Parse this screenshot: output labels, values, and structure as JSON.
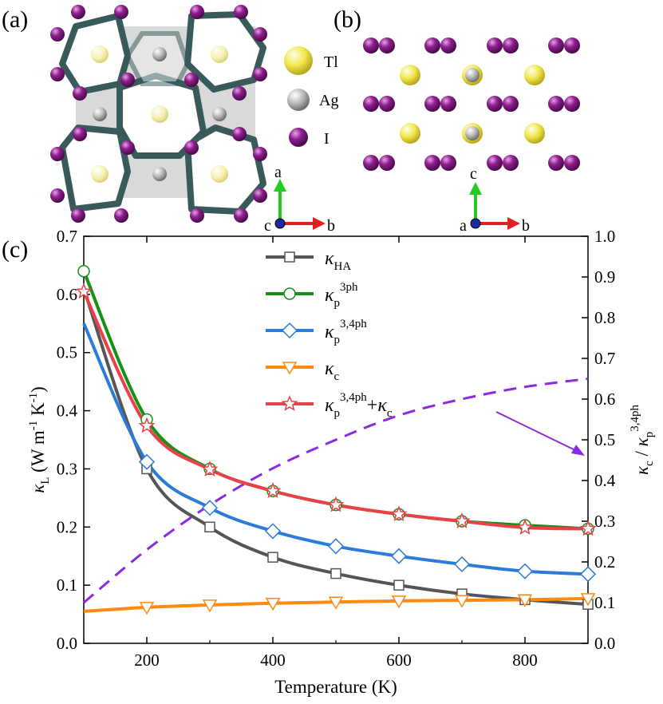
{
  "panels": {
    "a": {
      "label": "(a)",
      "legend": [
        {
          "element": "Tl",
          "color": "#f1e64e"
        },
        {
          "element": "Ag",
          "color": "#b8b8b8"
        },
        {
          "element": "I",
          "color": "#8e1f8e"
        }
      ],
      "axes": {
        "up": "a",
        "left": "c",
        "right": "b"
      }
    },
    "b": {
      "label": "(b)",
      "axes": {
        "up": "c",
        "left": "a",
        "right": "b"
      }
    },
    "c": {
      "label": "(c)"
    }
  },
  "chart_data": {
    "type": "line",
    "xlabel": "Temperature (K)",
    "ylabel": "κ_L (W m^-1 K^-1)",
    "y2label": "κ_c / κ_p^3,4ph",
    "xlim": [
      100,
      900
    ],
    "ylim": [
      0.0,
      0.7
    ],
    "y2lim": [
      0.0,
      1.0
    ],
    "xticks": [
      200,
      400,
      600,
      800
    ],
    "yticks": [
      0.0,
      0.1,
      0.2,
      0.3,
      0.4,
      0.5,
      0.6,
      0.7
    ],
    "y2ticks": [
      0.0,
      0.1,
      0.2,
      0.3,
      0.4,
      0.5,
      0.6,
      0.7,
      0.8,
      0.9,
      1.0
    ],
    "x": [
      100,
      200,
      300,
      400,
      500,
      600,
      700,
      800,
      900
    ],
    "legend_position": "top-center",
    "series": [
      {
        "name": "κ_HA",
        "color": "#555555",
        "marker": "square",
        "values": [
          0.61,
          0.3,
          0.2,
          0.148,
          0.12,
          0.1,
          0.085,
          0.075,
          0.067
        ]
      },
      {
        "name": "κ_p^3ph",
        "color": "#159215",
        "marker": "circle",
        "values": [
          0.64,
          0.385,
          0.3,
          0.262,
          0.238,
          0.222,
          0.21,
          0.203,
          0.197
        ]
      },
      {
        "name": "κ_p^3,4ph",
        "color": "#2b7bd8",
        "marker": "diamond",
        "values": [
          0.55,
          0.312,
          0.233,
          0.193,
          0.167,
          0.15,
          0.136,
          0.124,
          0.119
        ]
      },
      {
        "name": "κ_c",
        "color": "#ff8a12",
        "marker": "triangle-down",
        "values": [
          0.055,
          0.062,
          0.066,
          0.069,
          0.071,
          0.073,
          0.074,
          0.075,
          0.077
        ]
      },
      {
        "name": "κ_p^3,4ph+κ_c",
        "color": "#e8414a",
        "marker": "star",
        "values": [
          0.605,
          0.374,
          0.299,
          0.262,
          0.238,
          0.222,
          0.21,
          0.199,
          0.197
        ]
      }
    ],
    "ratio_series": {
      "style": "dashed",
      "color": "#8a2be2",
      "axis": "right",
      "values": [
        0.1,
        0.23,
        0.34,
        0.43,
        0.5,
        0.56,
        0.6,
        0.63,
        0.65
      ]
    }
  }
}
